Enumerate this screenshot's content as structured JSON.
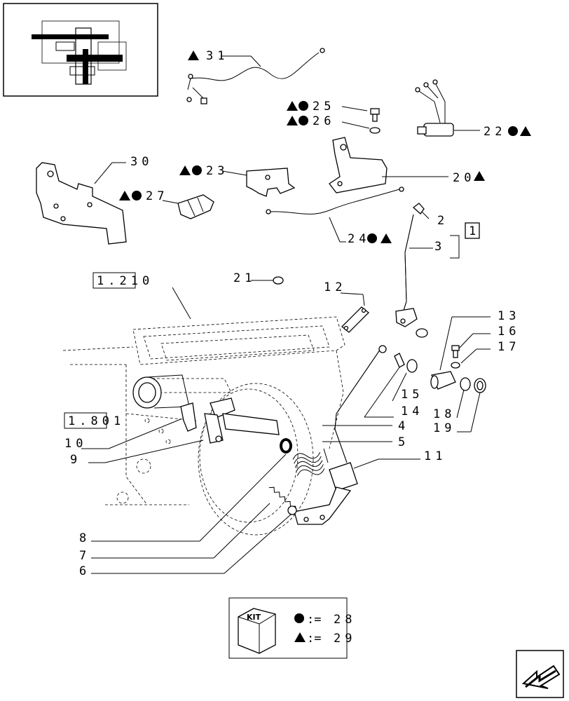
{
  "labels": {
    "l31": "31",
    "l25": "25",
    "l26": "26",
    "l22": "22",
    "l30": "30",
    "l23": "23",
    "l27": "27",
    "l20": "20",
    "l2": "2",
    "l3": "3",
    "l1": "1",
    "l24": "24",
    "l1210": "1.210",
    "l21": "21",
    "l12": "12",
    "l13": "13",
    "l16": "16",
    "l17": "17",
    "l15": "15",
    "l14": "14",
    "l1801": "1.801",
    "l10": "10",
    "l9": "9",
    "l4": "4",
    "l5": "5",
    "l11": "11",
    "l18": "18",
    "l19": "19",
    "l8": "8",
    "l7": "7",
    "l6": "6"
  },
  "legend": {
    "kit_label": "KIT",
    "circle_eq": ":=",
    "circle_num": "28",
    "triangle_eq": ":=",
    "triangle_num": "29"
  }
}
